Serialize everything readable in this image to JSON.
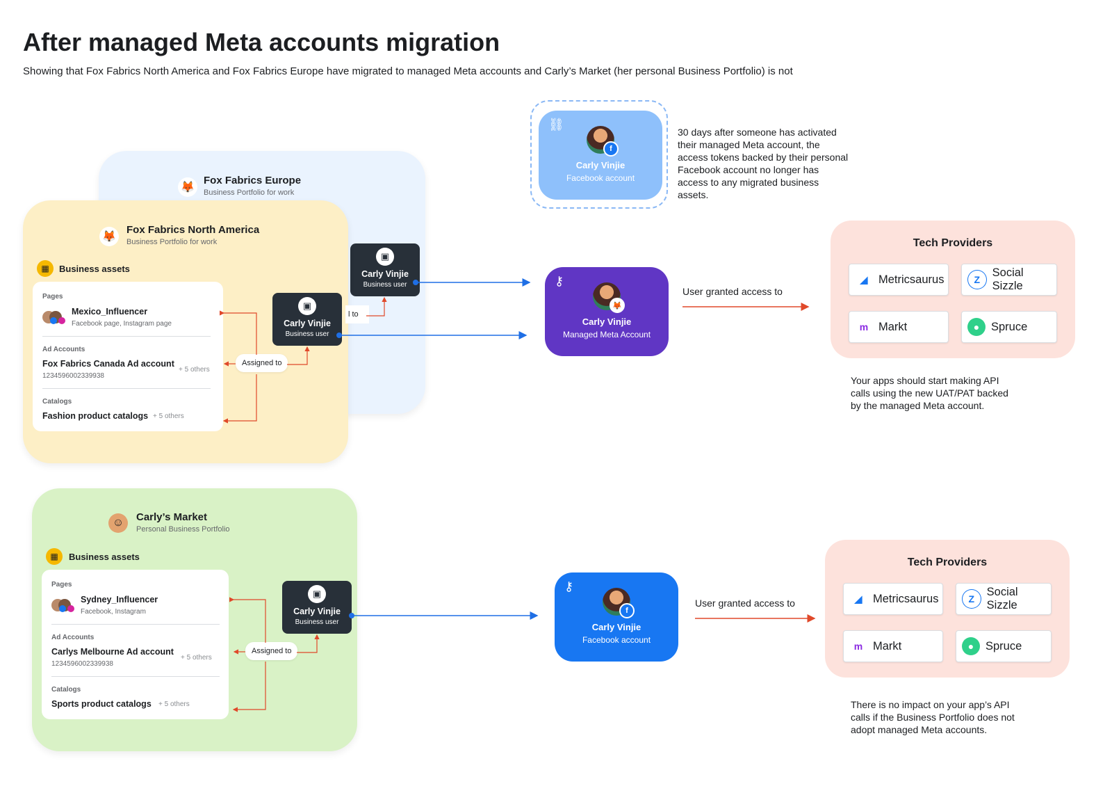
{
  "title": "After managed Meta accounts migration",
  "subtitle": "Showing that Fox Fabrics North America and Fox Fabrics Europe have migrated to managed Meta accounts and Carly’s Market (her personal Business Portfolio) is not",
  "colors": {
    "europe_bg": "#eaf3fe",
    "na_bg": "#fdefc6",
    "market_bg": "#d9f2c6",
    "fb_account": "#1877f2",
    "fb_account_faded": "#8ec0fb",
    "managed_account": "#6036c4",
    "business_user": "#283039",
    "arrow_blue": "#1f6fe5",
    "arrow_red": "#e0492a",
    "tech_bg": "#fde2dc"
  },
  "europe": {
    "name": "Fox Fabrics Europe",
    "sub": "Business Portfolio for work",
    "logo_icon": "fox-icon"
  },
  "north_america": {
    "name": "Fox Fabrics North America",
    "sub": "Business Portfolio for work",
    "assets_label": "Business assets",
    "pages_label": "Pages",
    "page_title": "Mexico_Influencer",
    "page_sub": "Facebook page, Instagram page",
    "ad_label": "Ad Accounts",
    "ad_title": "Fox Fabrics Canada Ad account",
    "ad_id": "1234596002339938",
    "ad_extra": "+ 5 others",
    "catalog_label": "Catalogs",
    "catalog_title": "Fashion product catalogs",
    "catalog_extra": "+ 5 others",
    "assigned": "Assigned to",
    "user_name": "Carly Vinjie",
    "user_role": "Business user"
  },
  "europe_user": {
    "name": "Carly Vinjie",
    "role": "Business user",
    "assigned_partial": "l to"
  },
  "market": {
    "name": "Carly’s Market",
    "sub": "Personal Business Portfolio",
    "assets_label": "Business assets",
    "pages_label": "Pages",
    "page_title": "Sydney_Influencer",
    "page_sub": "Facebook, Instagram",
    "ad_label": "Ad Accounts",
    "ad_title": "Carlys Melbourne Ad account",
    "ad_id": "1234596002339938",
    "ad_extra": "+ 5 others",
    "catalog_label": "Catalogs",
    "catalog_title": "Sports product catalogs",
    "catalog_extra": "+ 5 others",
    "assigned": "Assigned to",
    "user_name": "Carly Vinjie",
    "user_role": "Business user"
  },
  "fb_inactive": {
    "name": "Carly Vinjie",
    "type": "Facebook account"
  },
  "inactive_note": "30 days after someone has activated their managed Meta account, the access tokens backed by their personal Facebook account no longer has access to any migrated business assets.",
  "managed": {
    "name": "Carly Vinjie",
    "type": "Managed Meta Account"
  },
  "fb_active": {
    "name": "Carly Vinjie",
    "type": "Facebook account"
  },
  "granted_top": "User granted access to",
  "granted_bottom": "User granted access to",
  "tech_top": {
    "title": "Tech Providers",
    "providers": [
      "Metricsaurus",
      "Social Sizzle",
      "Markt",
      "Spruce"
    ]
  },
  "tech_bottom": {
    "title": "Tech Providers",
    "providers": [
      "Metricsaurus",
      "Social Sizzle",
      "Markt",
      "Spruce"
    ]
  },
  "note_top": "Your apps should start making API calls using the new UAT/PAT backed by the managed Meta account.",
  "note_bottom": "There is no impact on your app’s API calls if the Business Portfolio does not adopt managed Meta accounts."
}
